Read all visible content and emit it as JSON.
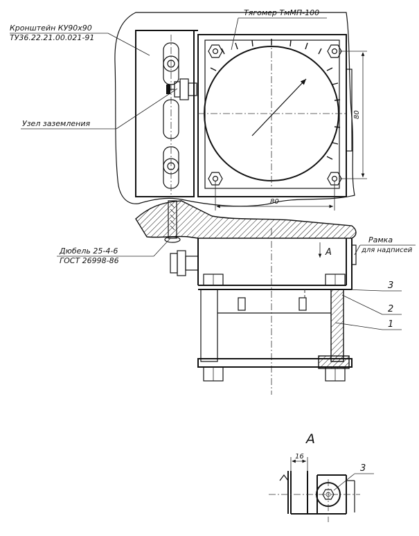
{
  "labels": {
    "bracket_line1": "Кронштейн КУ90х90",
    "bracket_line2": "ТУ36.22.21.00.021-91",
    "gauge": "Тягомер ТмМП-100",
    "grounding": "Узел заземления",
    "dowel_line1": "Дюбель 25-4-6",
    "dowel_line2": "ГОСТ 26998-86",
    "frame_line1": "Рамка",
    "frame_line2": "для надписей",
    "view_arrow": "А",
    "view_title": "А"
  },
  "dimensions": {
    "gauge_height": "80",
    "gauge_width": "80",
    "detail_width": "16"
  },
  "positions": {
    "p1": "1",
    "p2": "2",
    "p3": "3",
    "p3_detail": "3"
  }
}
